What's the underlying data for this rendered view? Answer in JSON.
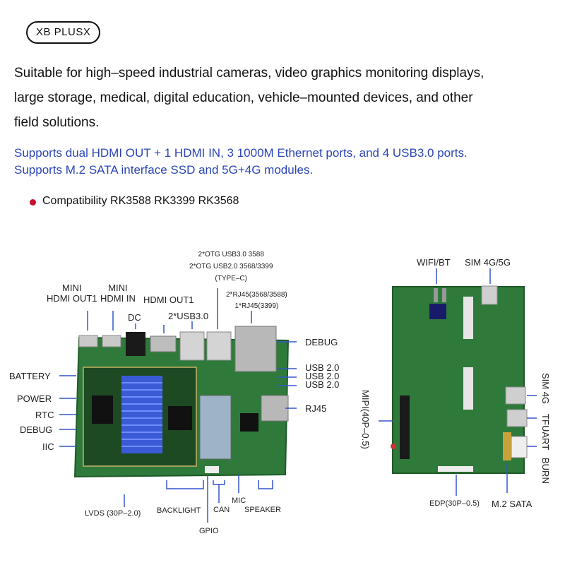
{
  "logo": "XB PLUSX",
  "description": {
    "line1": "Suitable for high–speed industrial cameras, video graphics monitoring displays,",
    "line2": "large storage, medical, digital education, vehicle–mounted devices, and other",
    "line3": "field solutions."
  },
  "highlight": {
    "line1": "Supports dual HDMI OUT + 1 HDMI IN, 3 1000M Ethernet ports, and 4 USB3.0 ports.",
    "line2": "Supports M.2 SATA interface SSD and 5G+4G modules."
  },
  "compatibility": "Compatibility RK3588 RK3399 RK3568",
  "colors": {
    "accent_blue": "#2b45b8",
    "bullet_red": "#c8102e",
    "pcb_green": "#2f7a3a",
    "pointer_blue": "#3355cc"
  },
  "left_board": {
    "labels": {
      "mini_hdmi_out1": [
        "MINI",
        "HDMI OUT1"
      ],
      "mini_hdmi_in": [
        "MINI",
        "HDMI IN"
      ],
      "dc": "DC",
      "hdmi_out1": "HDMI OUT1",
      "usb30": "2*USB3.0",
      "otg": [
        "2*OTG USB3.0 3588",
        "2*OTG USB2.0 3568/3399",
        "(TYPE–C)"
      ],
      "rj45_multi": [
        "2*RJ45(3568/3588)",
        "1*RJ45(3399)"
      ],
      "debug_right": "DEBUG",
      "usb20": [
        "USB 2.0",
        "USB 2.0",
        "USB 2.0"
      ],
      "rj45": "RJ45",
      "battery": "BATTERY",
      "power": "POWER",
      "rtc": "RTC",
      "debug_left": "DEBUG",
      "iic": "IIC",
      "lvds": "LVDS (30P–2.0)",
      "backlight": "BACKLIGHT",
      "gpio": "GPIO",
      "can": "CAN",
      "mic": "MIC",
      "speaker": "SPEAKER"
    }
  },
  "right_board": {
    "labels": {
      "wifi_bt": "WIFI/BT",
      "sim_4g5g": "SIM 4G/5G",
      "mipi": "MIPI(40P–0.5)",
      "sim_4g": "SIM 4G",
      "tf": "TF",
      "uart": "UART",
      "burn": "BURN",
      "edp": "EDP(30P–0.5)",
      "m2_sata": "M.2 SATA"
    }
  }
}
